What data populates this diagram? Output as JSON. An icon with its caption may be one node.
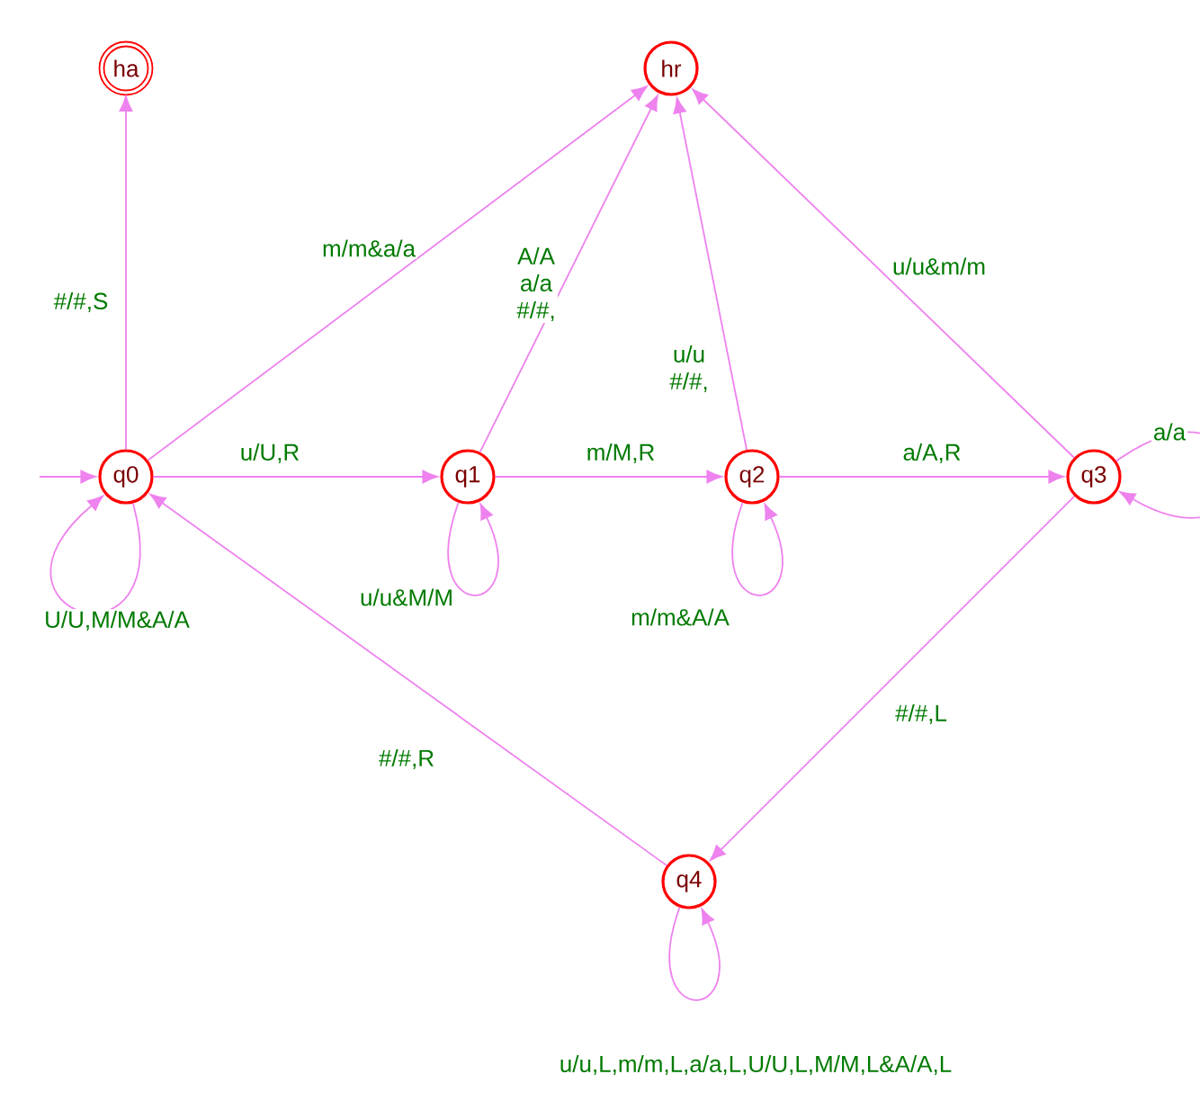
{
  "diagram": {
    "nodes": [
      {
        "text": [
          "ha"
        ]
      },
      {
        "text": [
          "hr"
        ]
      },
      {
        "text": [
          "q0"
        ]
      },
      {
        "text": [
          "q1"
        ]
      },
      {
        "text": [
          "q2"
        ]
      },
      {
        "text": [
          "q3"
        ]
      },
      {
        "text": [
          "q4"
        ]
      }
    ],
    "edges": [
      {
        "from": null,
        "to": 2,
        "arrow": "to"
      },
      {
        "from": 2,
        "to": 0,
        "arrow": "to",
        "label": "#/#,S"
      },
      {
        "from": 2,
        "to": 1,
        "arrow": "to",
        "label": "m/m&a/a"
      },
      {
        "from": 2,
        "to": 3,
        "arrow": "to",
        "label": "u/U,R"
      },
      {
        "from": 2,
        "to": 2,
        "arrow": "to",
        "label": "U/U,M/M&A/A"
      },
      {
        "from": 3,
        "to": 1,
        "arrow": "to",
        "label": "A/A a/a #/#,"
      },
      {
        "from": 3,
        "to": 3,
        "arrow": "to",
        "label": "u/u&M/M"
      },
      {
        "from": 3,
        "to": 4,
        "arrow": "to",
        "label": "m/M,R"
      },
      {
        "from": 4,
        "to": 1,
        "arrow": "to",
        "label": "u/u #/#,"
      },
      {
        "from": 4,
        "to": 4,
        "arrow": "to",
        "label": "m/m&A/A"
      },
      {
        "from": 4,
        "to": 5,
        "arrow": "to",
        "label": "a/A,R"
      },
      {
        "from": 5,
        "to": 1,
        "arrow": "to",
        "label": "u/u&m/m"
      },
      {
        "from": 5,
        "to": 5,
        "arrow": "to",
        "label": "a/a"
      },
      {
        "from": 5,
        "to": 6,
        "arrow": "to",
        "label": "#/#,L"
      },
      {
        "from": 6,
        "to": 6,
        "arrow": "to",
        "label": "u/u,L,m/m,L,a/a,L,U/U,L,M/M,L&A/A,L"
      },
      {
        "from": 6,
        "to": 2,
        "arrow": "to",
        "label": "#/#,R"
      }
    ]
  }
}
